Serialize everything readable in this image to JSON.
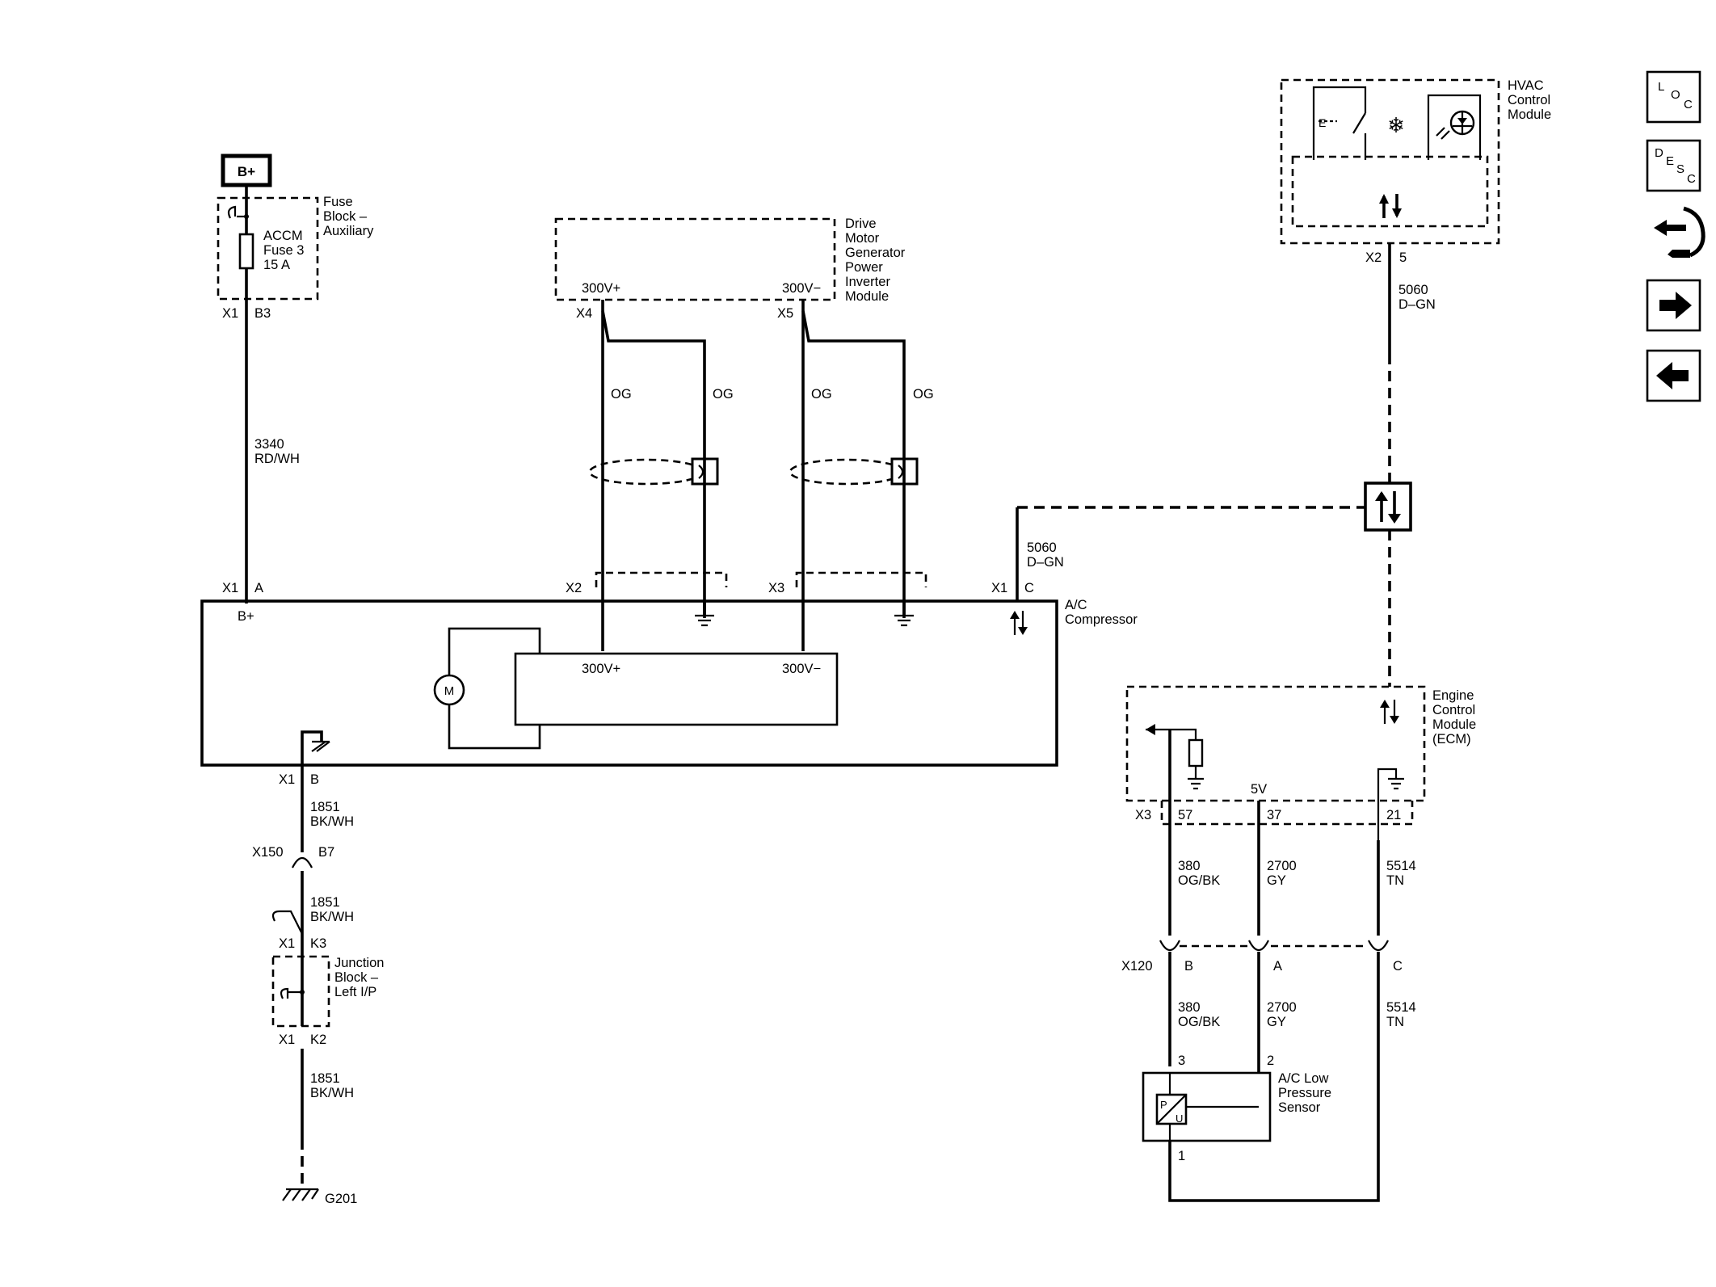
{
  "power": {
    "bplus": "B+"
  },
  "fuse_block": {
    "title": [
      "Fuse",
      "Block –",
      "Auxiliary"
    ],
    "fuse": [
      "ACCM",
      "Fuse 3",
      "15 A"
    ],
    "conn": "X1",
    "pin": "B3"
  },
  "wire_3340": {
    "circuit": "3340",
    "color": "RD/WH"
  },
  "inverter": {
    "title": [
      "Drive",
      "Motor",
      "Generator",
      "Power",
      "Inverter",
      "Module"
    ],
    "pos": "300V+",
    "neg": "300V−",
    "conn_pos": "X4",
    "conn_neg": "X5"
  },
  "hv_wires": {
    "og1": "OG",
    "og2": "OG",
    "og3": "OG",
    "og4": "OG"
  },
  "compressor": {
    "title": [
      "A/C",
      "Compressor"
    ],
    "bplus": "B+",
    "conn_a": "X1",
    "pin_a": "A",
    "conn_x2": "X2",
    "conn_x3": "X3",
    "conn_c": "X1",
    "pin_c": "C",
    "conn_b": "X1",
    "pin_b": "B",
    "motor": "M",
    "inner_pos": "300V+",
    "inner_neg": "300V−"
  },
  "wire_5060_a": {
    "circuit": "5060",
    "color": "D–GN"
  },
  "wire_5060_b": {
    "circuit": "5060",
    "color": "D–GN"
  },
  "hvac": {
    "title": [
      "HVAC",
      "Control",
      "Module"
    ],
    "conn": "X2",
    "pin": "5"
  },
  "ecm": {
    "title": [
      "Engine",
      "Control",
      "Module",
      "(ECM)"
    ],
    "conn": "X3",
    "v5": "5V",
    "pin57": "57",
    "pin37": "37",
    "pin21": "21"
  },
  "ecm_wires": {
    "w380_c": "380",
    "w380_k": "OG/BK",
    "w2700_c": "2700",
    "w2700_k": "GY",
    "w5514_c": "5514",
    "w5514_k": "TN"
  },
  "x120": {
    "conn": "X120",
    "b": "B",
    "a": "A",
    "c": "C"
  },
  "sensor_wires": {
    "w380_c": "380",
    "w380_k": "OG/BK",
    "w2700_c": "2700",
    "w2700_k": "GY",
    "w5514_c": "5514",
    "w5514_k": "TN"
  },
  "sensor": {
    "title": [
      "A/C Low",
      "Pressure",
      "Sensor"
    ],
    "pin3": "3",
    "pin2": "2",
    "pin1": "1",
    "sym_p": "P",
    "sym_u": "U"
  },
  "ground_wires": {
    "w1_c": "1851",
    "w1_k": "BK/WH",
    "w2_c": "1851",
    "w2_k": "BK/WH",
    "w3_c": "1851",
    "w3_k": "BK/WH"
  },
  "x150": {
    "conn": "X150",
    "pin": "B7"
  },
  "junction_block": {
    "title": [
      "Junction",
      "Block –",
      "Left I/P"
    ],
    "conn_top": "X1",
    "pin_top": "K3",
    "conn_bot": "X1",
    "pin_bot": "K2"
  },
  "ground": {
    "label": "G201"
  },
  "nav": {
    "loc": [
      "L",
      "O",
      "C"
    ],
    "desc": [
      "D",
      "E",
      "S",
      "C"
    ]
  }
}
